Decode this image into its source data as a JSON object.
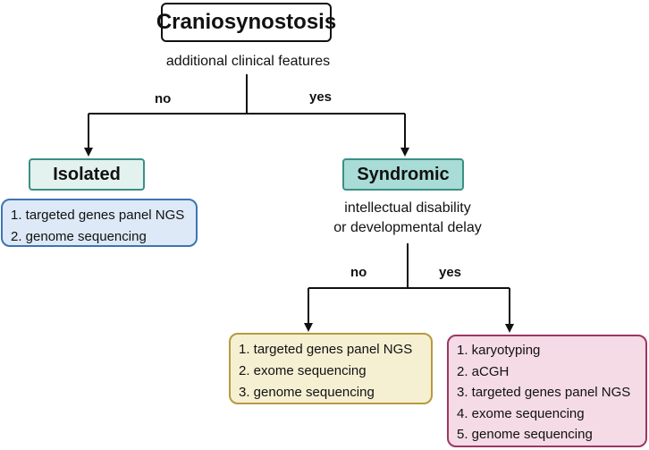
{
  "root": {
    "title": "Craniosynostosis",
    "caption": "additional clinical features"
  },
  "branches": {
    "top_no": "no",
    "top_yes": "yes",
    "sub_no": "no",
    "sub_yes": "yes"
  },
  "isolated": {
    "label": "Isolated",
    "tests": [
      "1. targeted genes panel NGS",
      "2. genome sequencing"
    ]
  },
  "syndromic": {
    "label": "Syndromic",
    "caption_line1": "intellectual disability",
    "caption_line2": "or developmental delay"
  },
  "syndromic_no_tests": [
    "1. targeted genes panel NGS",
    "2. exome sequencing",
    "3. genome sequencing"
  ],
  "syndromic_yes_tests": [
    "1. karyotyping",
    "2. aCGH",
    "3. targeted genes panel NGS",
    "4. exome sequencing",
    "5. genome sequencing"
  ],
  "colors": {
    "isolated_fill": "#e3f2ee",
    "syndromic_fill": "#a9dcd6",
    "head_border": "#3b8f86",
    "blue_fill": "#dde9f6",
    "blue_border": "#3d74b3",
    "yellow_fill": "#f6f0d3",
    "yellow_border": "#b79a3c",
    "pink_fill": "#f4dbe6",
    "pink_border": "#9d3664"
  }
}
